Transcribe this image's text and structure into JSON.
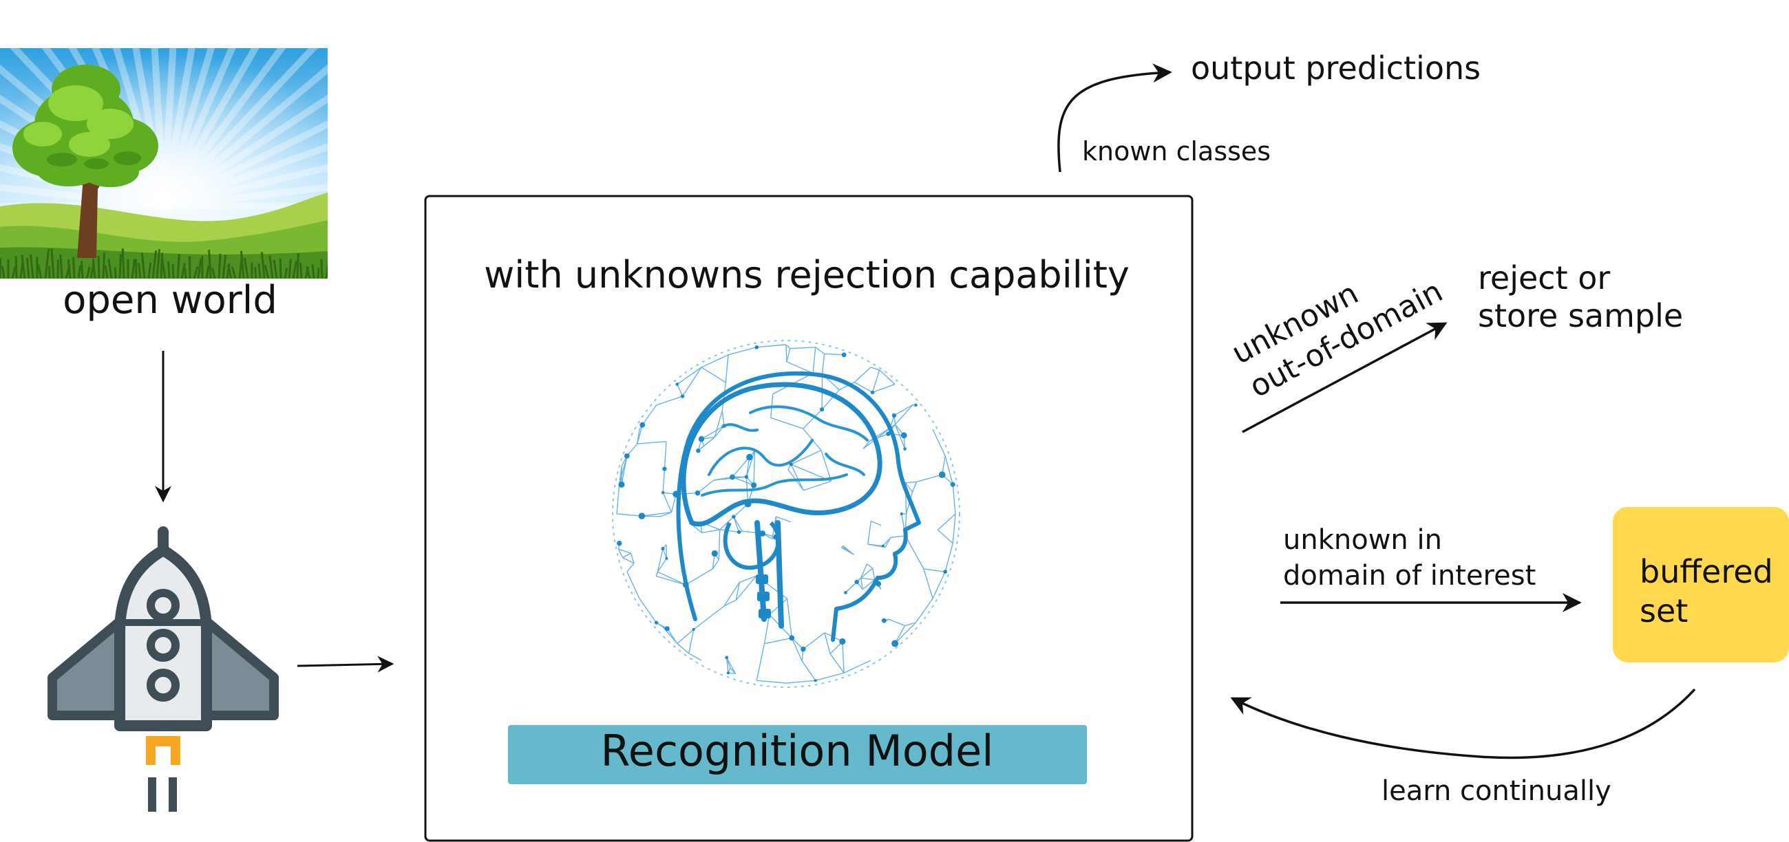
{
  "open_world": {
    "label": "open world"
  },
  "model_box": {
    "heading": "with unknowns rejection capability",
    "model_label": "Recognition Model",
    "model_label_color": "#66b8cc"
  },
  "outputs": {
    "known": {
      "edge_label": "known classes",
      "target_label": "output predictions"
    },
    "out_of_domain": {
      "edge_label_line1": "unknown",
      "edge_label_line2": "out-of-domain",
      "target_line1": "reject or",
      "target_line2": "store sample"
    },
    "in_domain": {
      "edge_label_line1": "unknown in",
      "edge_label_line2": "domain of interest"
    },
    "buffer": {
      "label_line1": "buffered",
      "label_line2": "set",
      "color": "#ffd84d"
    },
    "feedback": {
      "edge_label": "learn continually"
    }
  },
  "icons": {
    "scene": "tree-landscape-icon",
    "agent": "rocket-icon",
    "model": "brain-network-icon"
  },
  "colors": {
    "sky_light": "#e8f6ff",
    "sky_dark": "#4fb4ea",
    "grass": "#8cc63f",
    "rocket_body": "#e8ebee",
    "rocket_dark": "#3f4d57",
    "rocket_wing": "#7a8c96",
    "rocket_flame": "#f5a623",
    "brain_blue": "#1e88c8"
  }
}
